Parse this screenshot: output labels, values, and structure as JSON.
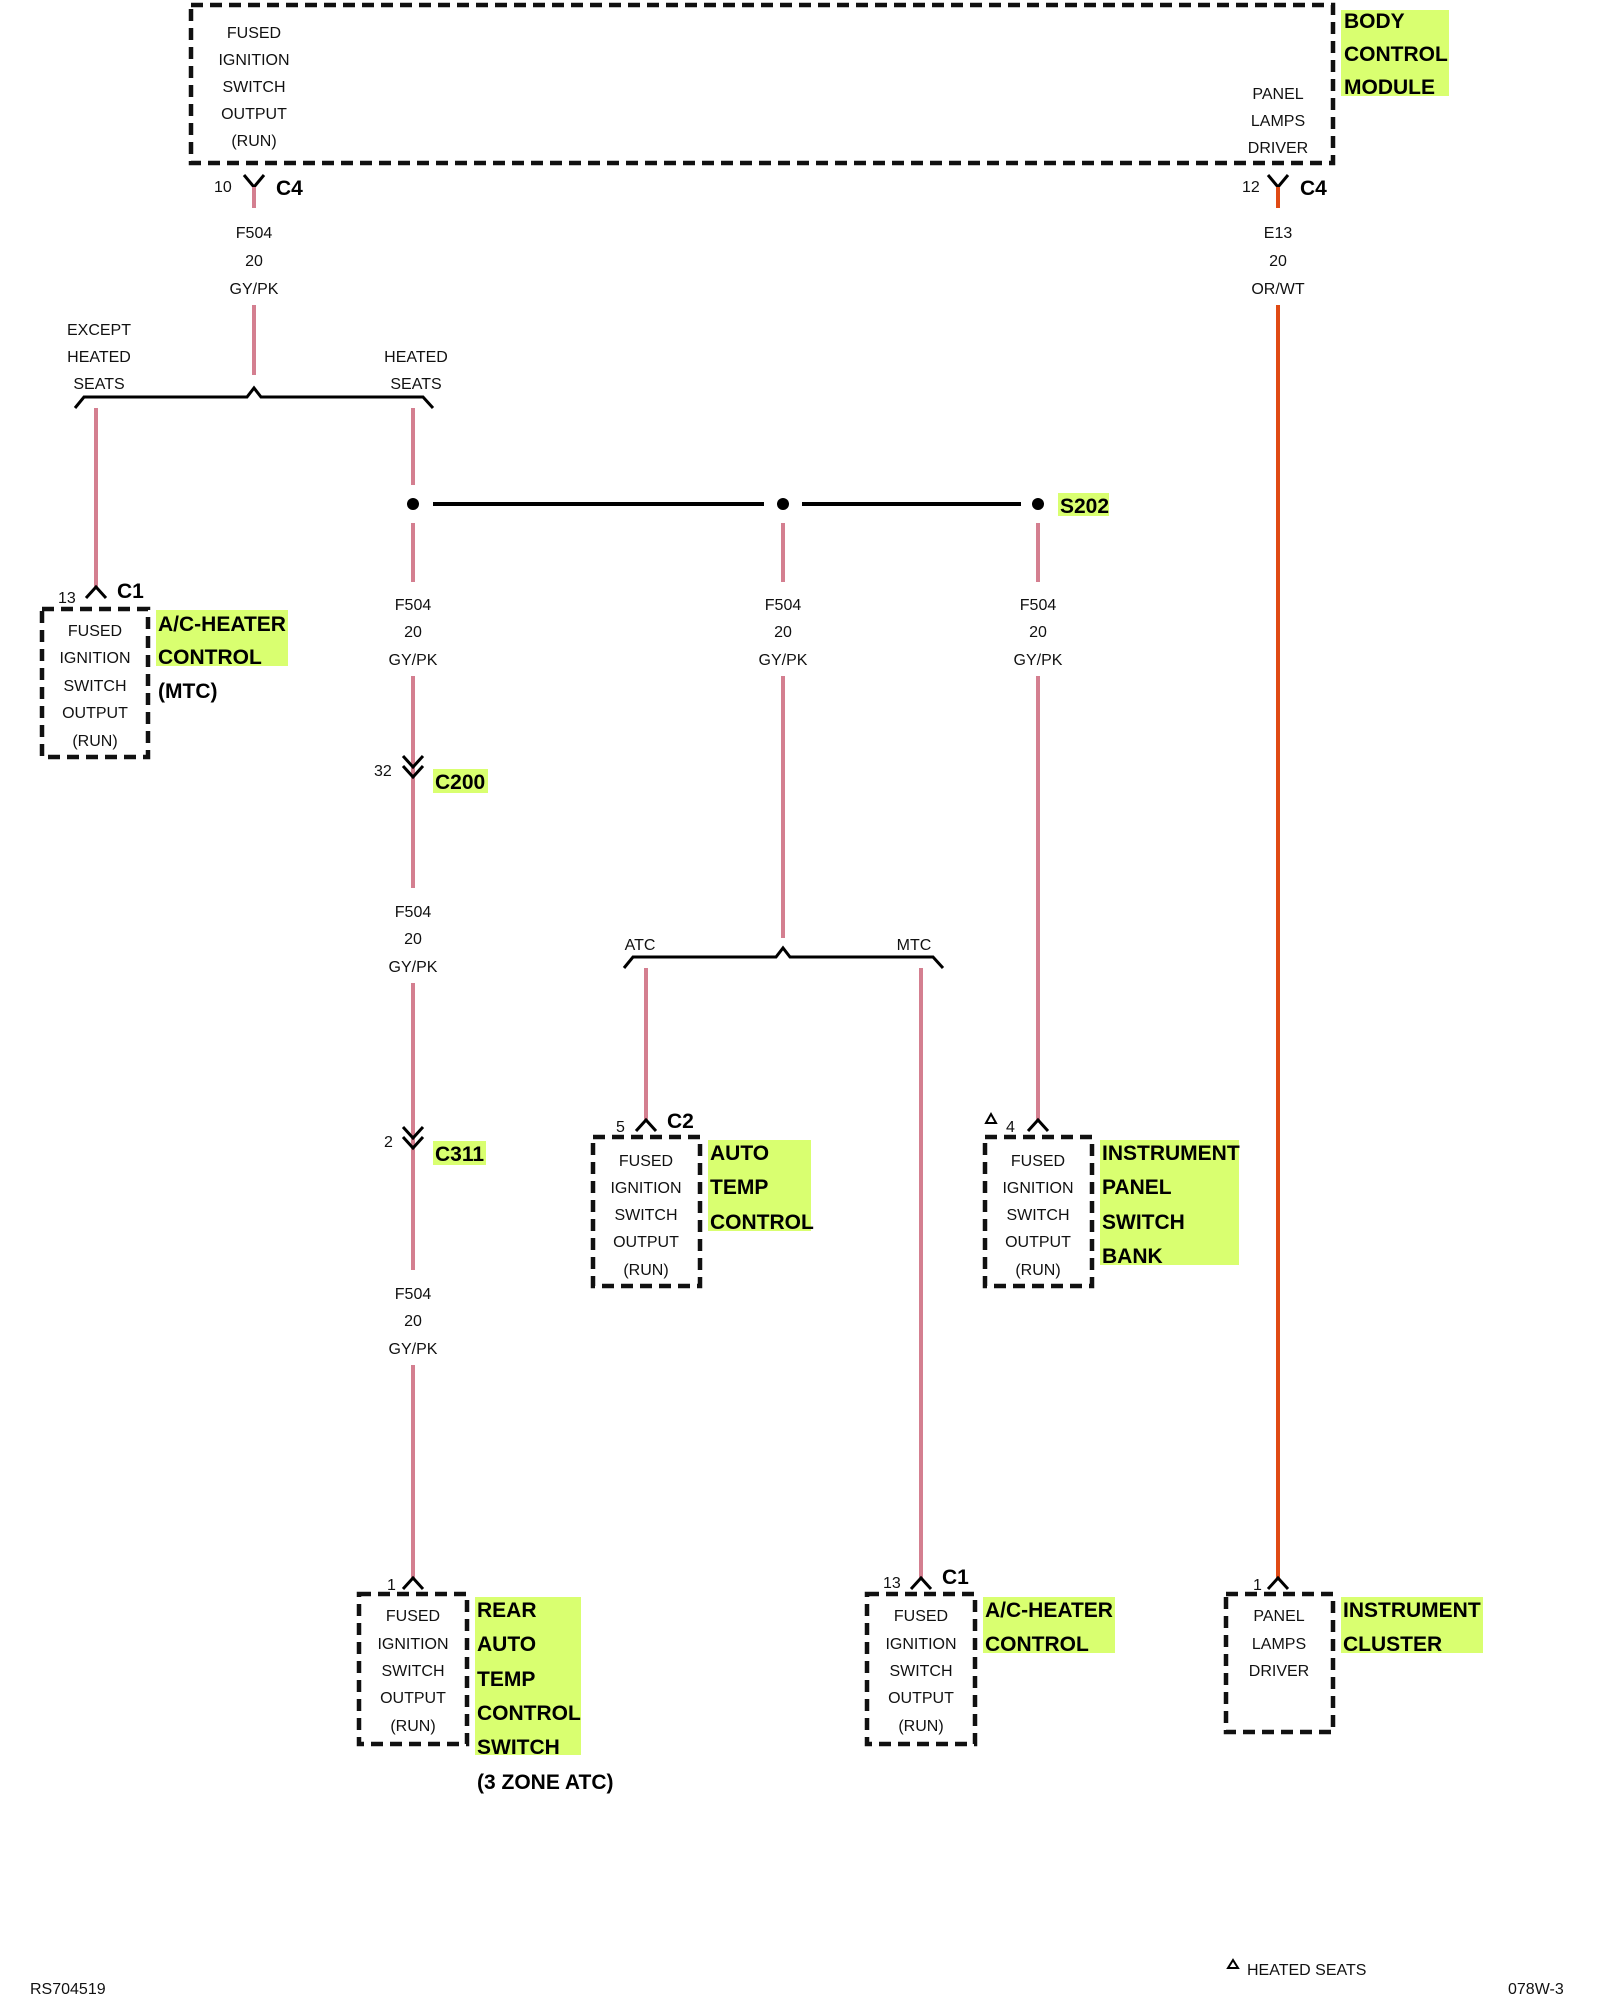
{
  "modules": {
    "bcm": {
      "name": [
        "BODY",
        "CONTROL",
        "MODULE"
      ],
      "pin_left_lines": [
        "FUSED",
        "IGNITION",
        "SWITCH",
        "OUTPUT",
        "(RUN)"
      ],
      "pin_right_lines": [
        "PANEL",
        "LAMPS",
        "DRIVER"
      ]
    },
    "ac_heater_top": {
      "name": [
        "A/C-HEATER",
        "CONTROL"
      ],
      "sub": "(MTC)",
      "pin_lines": [
        "FUSED",
        "IGNITION",
        "SWITCH",
        "OUTPUT",
        "(RUN)"
      ]
    },
    "auto_temp": {
      "name": [
        "AUTO",
        "TEMP",
        "CONTROL"
      ],
      "pin_lines": [
        "FUSED",
        "IGNITION",
        "SWITCH",
        "OUTPUT",
        "(RUN)"
      ]
    },
    "ip_switch_bank": {
      "name": [
        "INSTRUMENT",
        "PANEL",
        "SWITCH",
        "BANK"
      ],
      "pin_lines": [
        "FUSED",
        "IGNITION",
        "SWITCH",
        "OUTPUT",
        "(RUN)"
      ]
    },
    "rear_atc": {
      "name": [
        "REAR",
        "AUTO",
        "TEMP",
        "CONTROL",
        "SWITCH"
      ],
      "sub": "(3 ZONE ATC)",
      "pin_lines": [
        "FUSED",
        "IGNITION",
        "SWITCH",
        "OUTPUT",
        "(RUN)"
      ]
    },
    "ac_heater_bottom": {
      "name": [
        "A/C-HEATER",
        "CONTROL"
      ],
      "pin_lines": [
        "FUSED",
        "IGNITION",
        "SWITCH",
        "OUTPUT",
        "(RUN)"
      ]
    },
    "cluster": {
      "name": [
        "INSTRUMENT",
        "CLUSTER"
      ],
      "pin_lines": [
        "PANEL",
        "LAMPS",
        "DRIVER"
      ]
    }
  },
  "connectors": {
    "bcm_left": {
      "pin": "10",
      "name": "C4"
    },
    "bcm_right": {
      "pin": "12",
      "name": "C4"
    },
    "ac_top": {
      "pin": "13",
      "name": "C1"
    },
    "c200": {
      "pin": "32",
      "name": "C200"
    },
    "c311": {
      "pin": "2",
      "name": "C311"
    },
    "atc": {
      "pin": "5",
      "name": "C2"
    },
    "ipsb": {
      "pin": "4",
      "name": ""
    },
    "rear": {
      "pin": "1",
      "name": ""
    },
    "ac_bottom": {
      "pin": "13",
      "name": "C1"
    },
    "cluster": {
      "pin": "1",
      "name": ""
    }
  },
  "wires": {
    "f504": [
      "F504",
      "20",
      "GY/PK"
    ],
    "e13": [
      "E13",
      "20",
      "OR/WT"
    ]
  },
  "splice": {
    "name": "S202"
  },
  "branches": {
    "except_heated": [
      "EXCEPT",
      "HEATED",
      "SEATS"
    ],
    "heated": [
      "HEATED",
      "SEATS"
    ],
    "atc": "ATC",
    "mtc": "MTC"
  },
  "footer": {
    "left_code": "RS704519",
    "right_code": "078W-3",
    "legend": "HEATED SEATS"
  },
  "colors": {
    "gy_pk": "#d47f90",
    "or_wt": "#e04a14",
    "highlight": "#d9ff70"
  }
}
